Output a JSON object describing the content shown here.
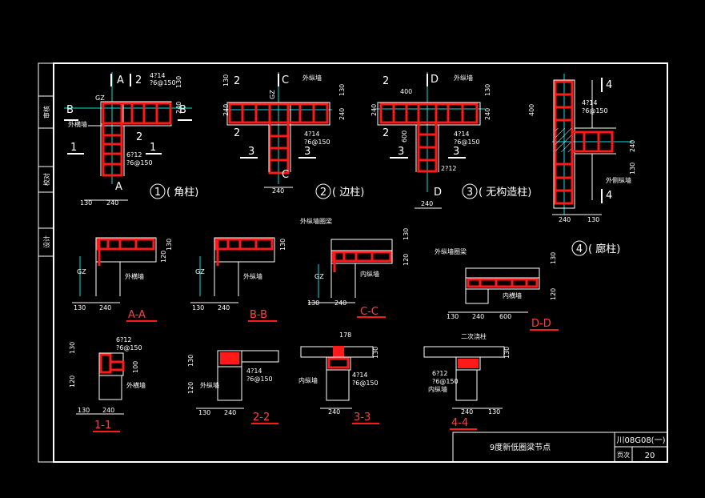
{
  "side_panel": {
    "top": "审核",
    "middle": "校对",
    "bottom": "设计"
  },
  "title_block": {
    "title": "9度新低圈梁节点",
    "atlas_no": "川08G08(一)",
    "page_label": "页次",
    "page_no": "20"
  },
  "nodes": {
    "n1": {
      "num": "1",
      "label": "( 角柱)"
    },
    "n2": {
      "num": "2",
      "label": "( 边柱)"
    },
    "n3": {
      "num": "3",
      "label": "( 无构造柱)"
    },
    "n4": {
      "num": "4",
      "label": "( 廊柱)"
    }
  },
  "sections": {
    "aa": "A-A",
    "bb": "B-B",
    "cc": "C-C",
    "dd": "D-D",
    "s11": "1-1",
    "s22": "2-2",
    "s33": "3-3",
    "s44": "4-4"
  },
  "axes": {
    "a": "A",
    "b": "B",
    "c": "C",
    "d": "D",
    "n1": "1",
    "n2": "2",
    "n3": "3",
    "n4": "4"
  },
  "rebar": {
    "main_4": "4?14",
    "stir_150": "?6@150",
    "main_6": "6?12",
    "two": "2?12",
    "r178": "178"
  },
  "walls": {
    "outer_long": "外纵墙",
    "outer_bearing": "外横墙",
    "inner_long": "内纵墙",
    "inner_bearing": "内横墙",
    "outer_long_beam": "外纵墙圈梁",
    "outer_side_long": "外侧纵墙",
    "secondary_col": "二次浇柱",
    "gz": "GZ"
  },
  "dims": {
    "d130": "130",
    "d240": "240",
    "d400": "400",
    "d600": "600",
    "d120": "120",
    "d100": "100"
  }
}
